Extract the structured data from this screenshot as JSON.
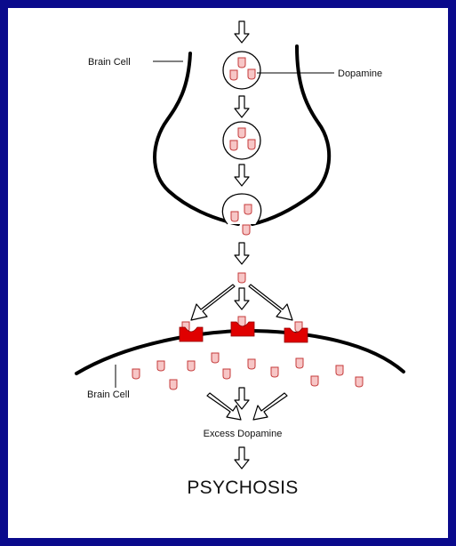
{
  "labels": {
    "brain_cell_top": "Brain Cell",
    "dopamine": "Dopamine",
    "brain_cell_bottom": "Brain Cell",
    "excess_dopamine": "Excess Dopamine",
    "result": "PSYCHOSIS"
  },
  "colors": {
    "frame": "#0a0a8c",
    "dopamine_fill": "#f7c6c6",
    "dopamine_stroke": "#c43a3a",
    "receptor": "#e00000",
    "line": "#000000"
  }
}
